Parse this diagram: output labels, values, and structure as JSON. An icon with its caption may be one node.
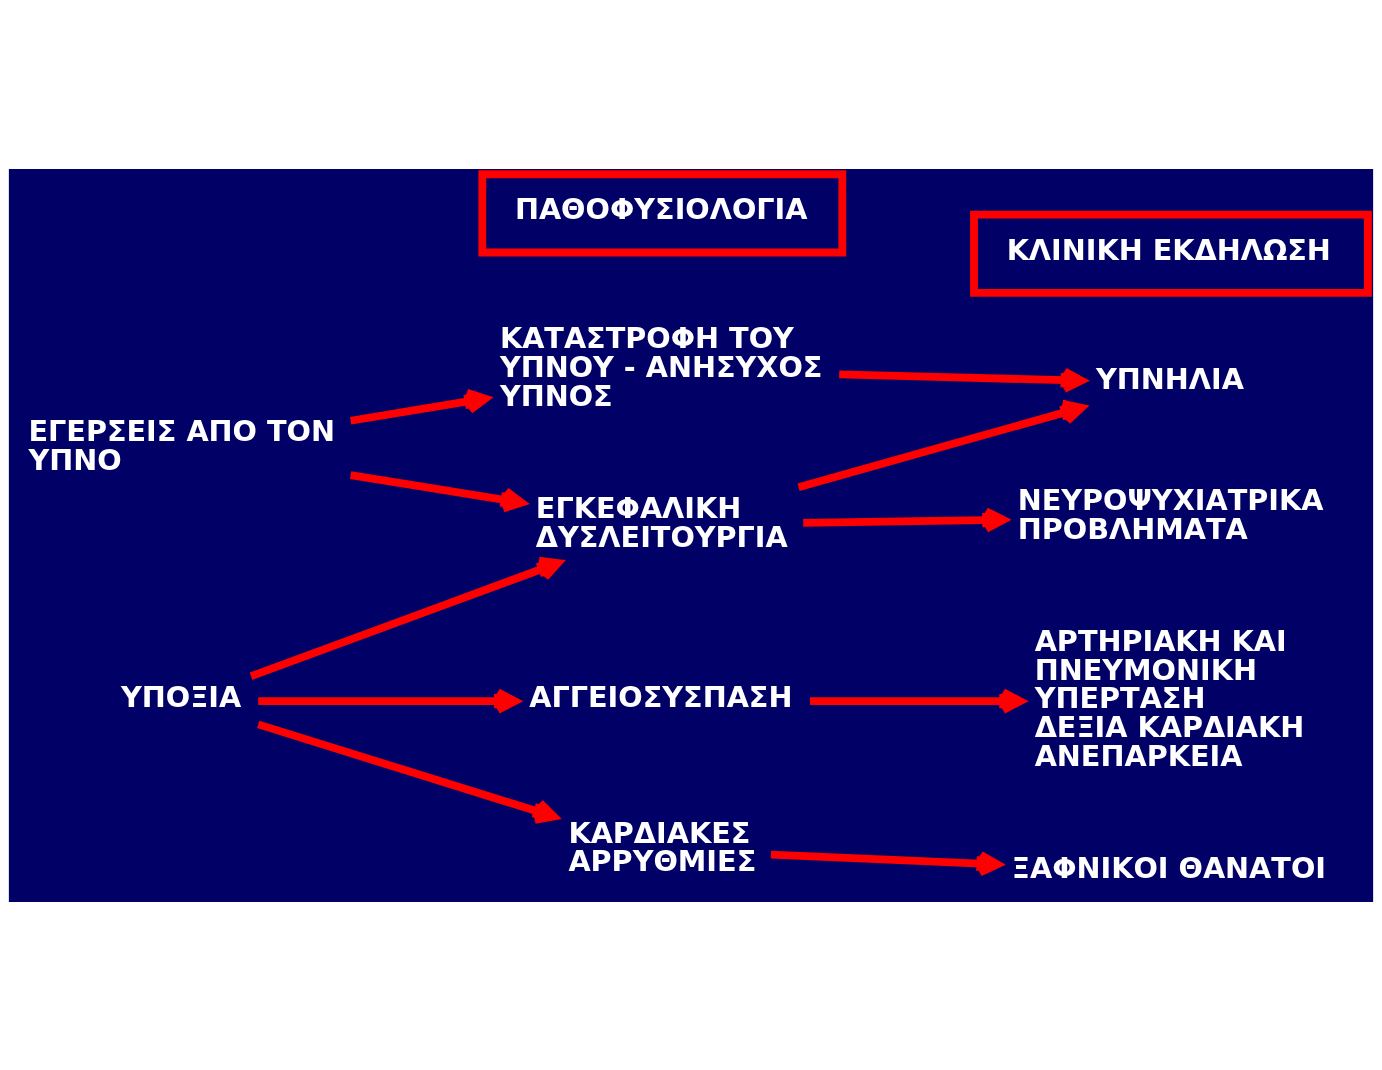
{
  "diagram": {
    "nodes": [
      {
        "text": [
          "ΠΑΘΟΦΥΣΙΟΛΟΓΙΑ"
        ]
      },
      {
        "text": [
          "ΚΛΙΝΙΚΗ ΕΚΔΗΛΩΣΗ"
        ]
      },
      {
        "text": [
          "ΚΑΤΑΣΤΡΟΦΗ ΤΟΥ ΥΠΝΟΥ - ΑΝΗΣΥΧΟΣ ΥΠΝΟΣ"
        ]
      },
      {
        "text": [
          "ΥΠΝΗΛΙΑ"
        ]
      },
      {
        "text": [
          "ΕΓΕΡΣΕΙΣ ΑΠΟ ΤΟΝ ΥΠΝΟ"
        ]
      },
      {
        "text": [
          "ΕΓΚΕΦΑΛΙΚΗ ΔΥΣΛΕΙΤΟΥΡΓΙΑ"
        ]
      },
      {
        "text": [
          "ΝΕΥΡΟΨΥΧΙΑΤΡΙΚΑ ΠΡΟΒΛΗΜΑΤΑ"
        ]
      },
      {
        "text": [
          "ΑΓΓΕΙΟΣΥΣΠΑΣΗ"
        ]
      },
      {
        "text": [
          "ΑΡΤΗΡΙΑΚΗ ΚΑΙ ΠΝΕΥΜΟΝΙΚΗ ΥΠΕΡΤΑΣΗ",
          "ΔΕΞΙΑ ΚΑΡΔΙΑΚΗ ΑΝΕΠΑΡΚΕΙΑ"
        ]
      },
      {
        "text": [
          "ΥΠΟΞΙΑ"
        ]
      },
      {
        "text": [
          "ΚΑΡΔΙΑΚΕΣ ΑΡΡΥΘΜΙΕΣ"
        ]
      },
      {
        "text": [
          "ΞΑΦΝΙΚΟΙ ΘΑΝΑΤΟΙ"
        ]
      }
    ],
    "edges": [
      {
        "from": 4,
        "to": 2,
        "arrow": "to"
      },
      {
        "from": 4,
        "to": 5,
        "arrow": "to"
      },
      {
        "from": 9,
        "to": 5,
        "arrow": "to"
      },
      {
        "from": 9,
        "to": 7,
        "arrow": "to"
      },
      {
        "from": 9,
        "to": 10,
        "arrow": "to"
      },
      {
        "from": 2,
        "to": 3,
        "arrow": "to"
      },
      {
        "from": 5,
        "to": 3,
        "arrow": "to"
      },
      {
        "from": 5,
        "to": 6,
        "arrow": "to"
      },
      {
        "from": 7,
        "to": 8,
        "arrow": "to"
      },
      {
        "from": 10,
        "to": 11,
        "arrow": "to"
      }
    ]
  }
}
